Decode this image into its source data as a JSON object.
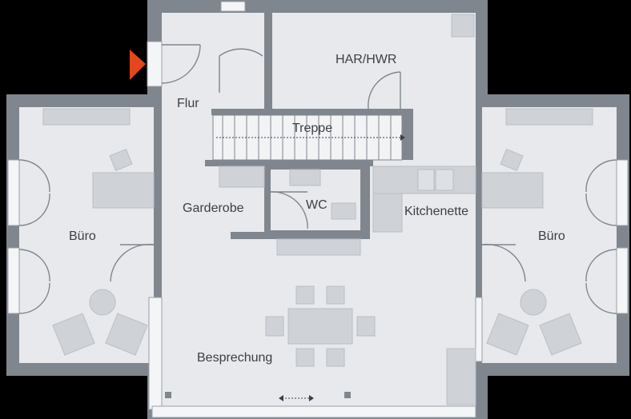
{
  "plan": {
    "rooms": [
      {
        "id": "flur",
        "label": "Flur"
      },
      {
        "id": "har-hwr",
        "label": "HAR/HWR"
      },
      {
        "id": "treppe",
        "label": "Treppe"
      },
      {
        "id": "garderobe",
        "label": "Garderobe"
      },
      {
        "id": "wc",
        "label": "WC"
      },
      {
        "id": "kitchenette",
        "label": "Kitchenette"
      },
      {
        "id": "buero-left",
        "label": "Büro"
      },
      {
        "id": "buero-right",
        "label": "Büro"
      },
      {
        "id": "besprechung",
        "label": "Besprechung"
      }
    ],
    "entrance_marker": "entrance-arrow",
    "colors": {
      "background": "#000000",
      "wall": "#80868e",
      "floor": "#e7e9ec",
      "furniture": "#cfd3d8",
      "furniture_stroke": "#b9bec4",
      "label": "#3b3f46",
      "entrance": "#e4471c",
      "door": "#9aa0a7"
    }
  }
}
